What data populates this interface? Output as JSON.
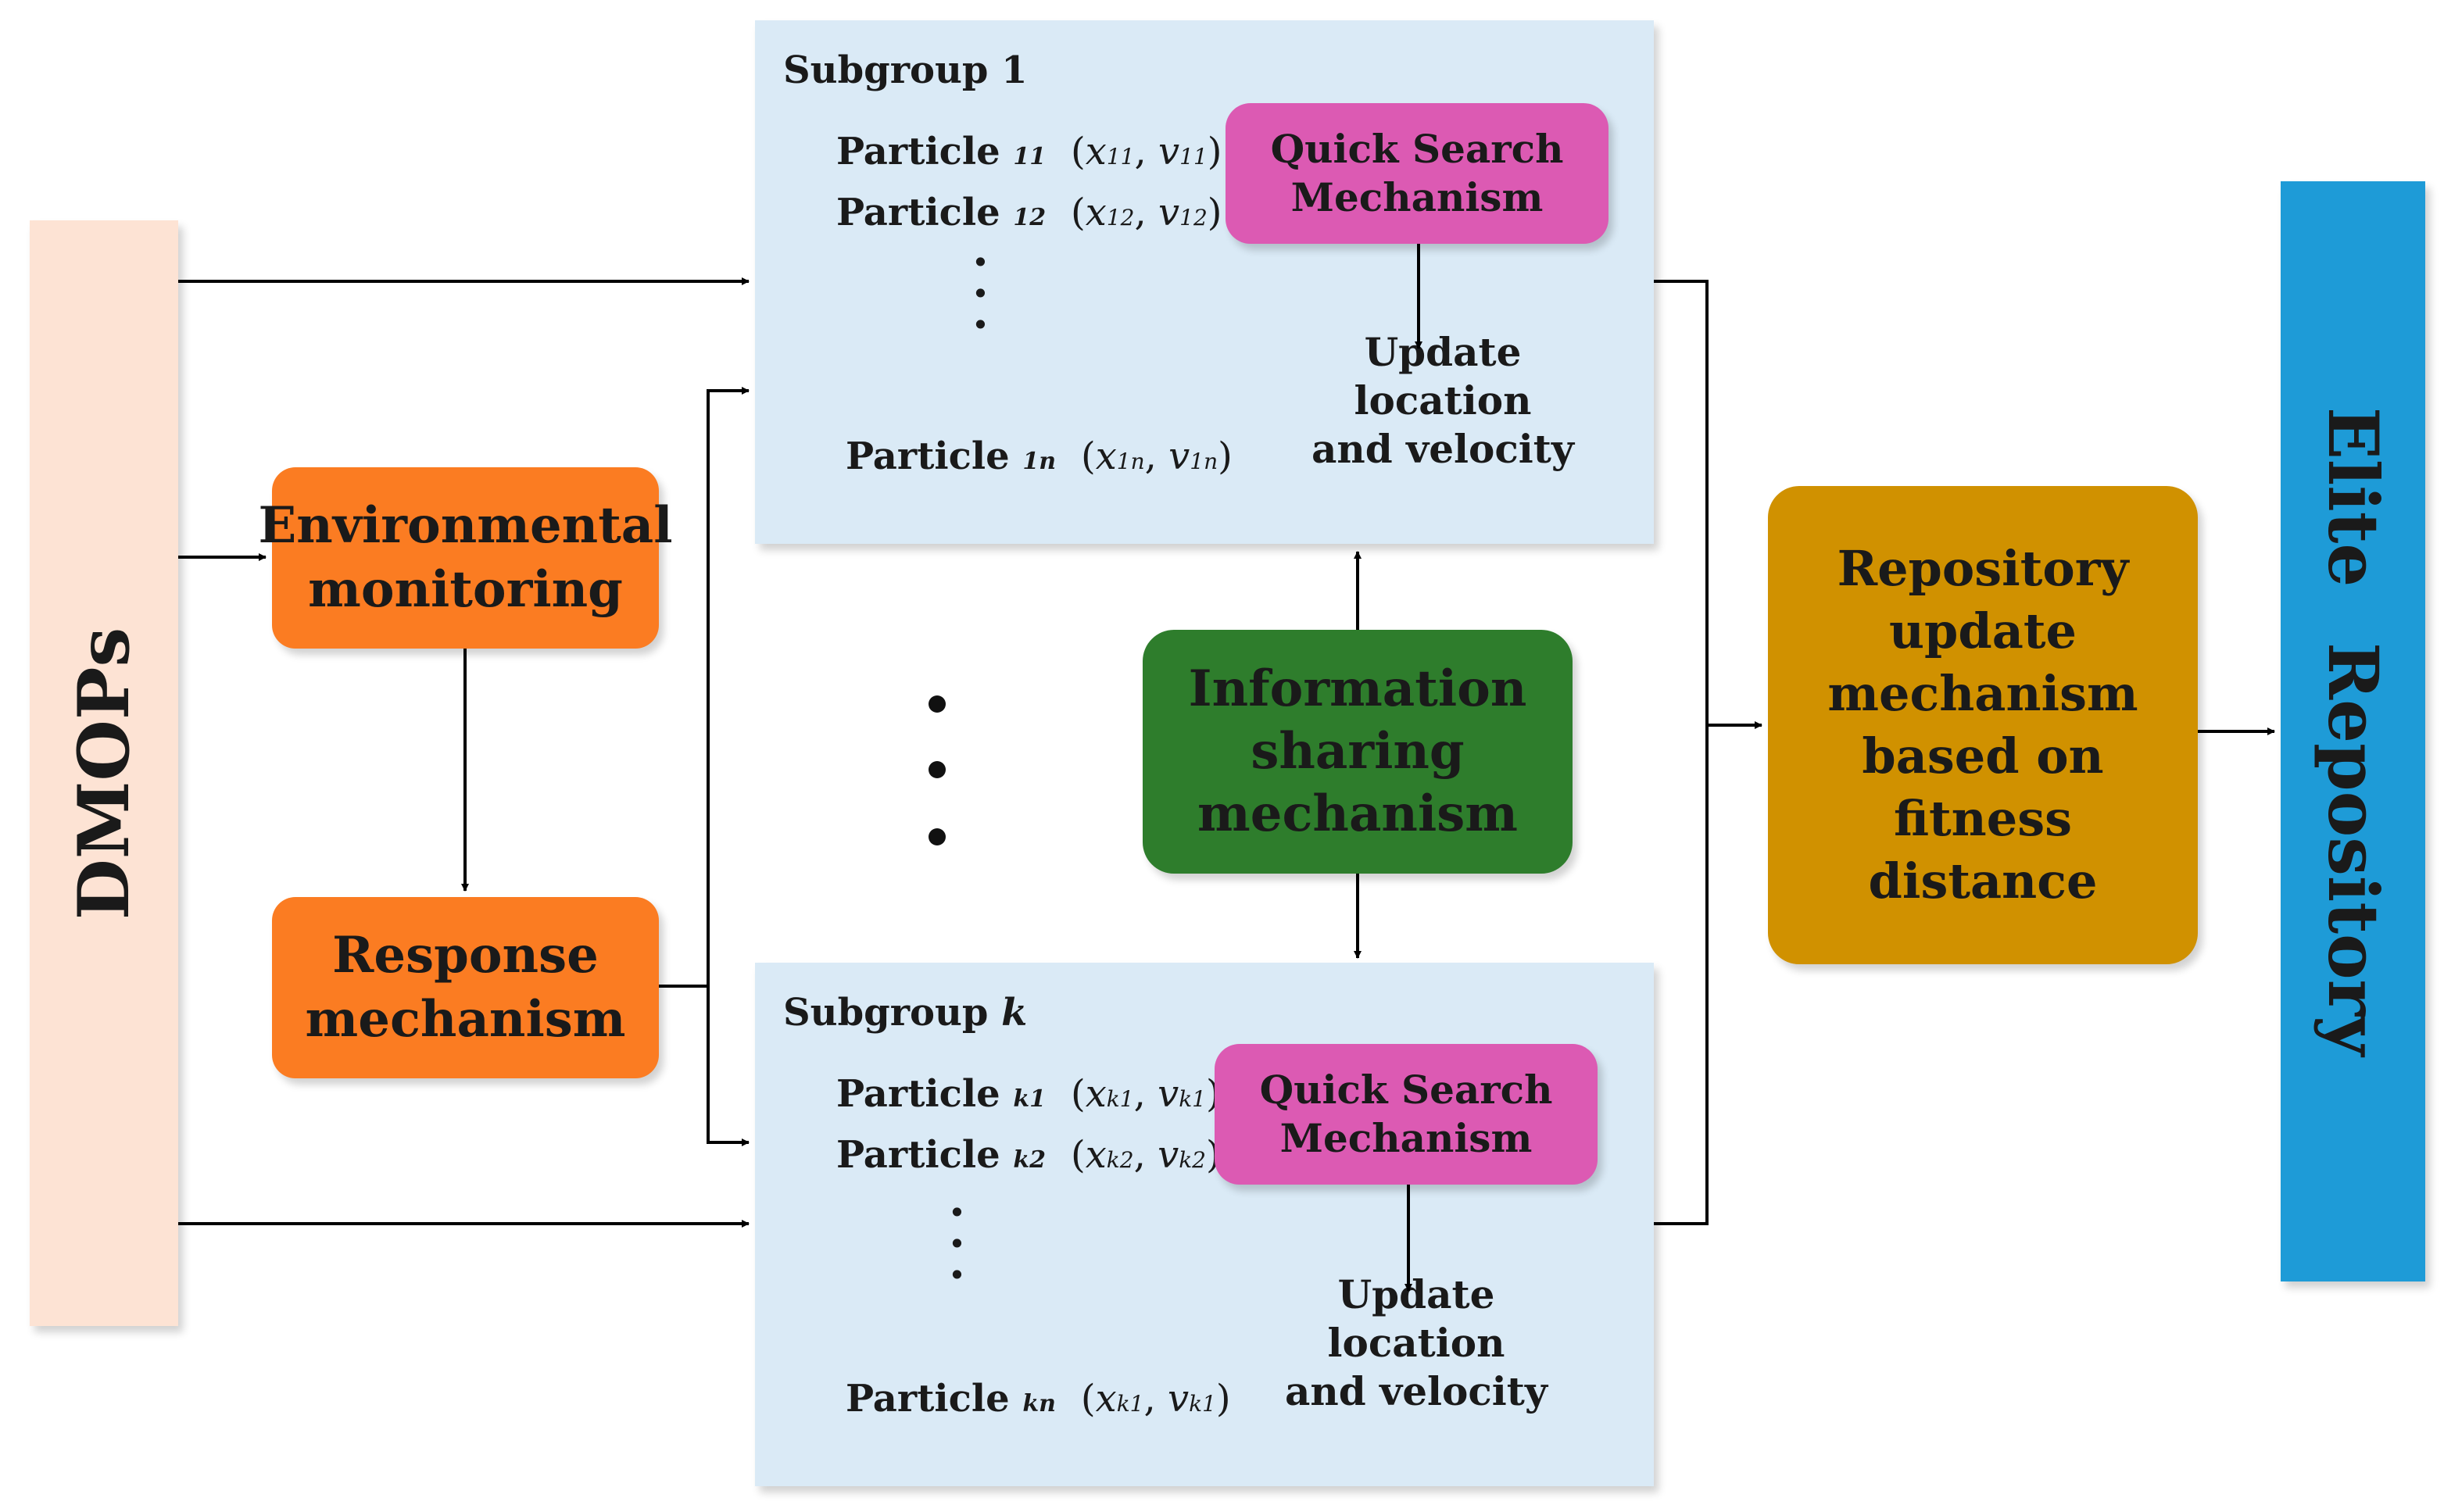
{
  "dmops": {
    "label": "DMOPs"
  },
  "environmental_monitoring": {
    "line1": "Environmental",
    "line2": "monitoring"
  },
  "response_mechanism": {
    "line1": "Response",
    "line2": "mechanism"
  },
  "information_sharing": {
    "line1": "Information",
    "line2": "sharing",
    "line3": "mechanism"
  },
  "repository_update": {
    "line1": "Repository",
    "line2": "update",
    "line3": "mechanism",
    "line4": "based on fitness",
    "line5": "distance"
  },
  "elite_repository": {
    "label": "Elite Repository"
  },
  "subgroup_1": {
    "title_prefix": "Subgroup ",
    "title_var": "1",
    "particles": [
      {
        "word": "Particle",
        "index": "11",
        "x": "x",
        "xs": "11",
        "v": "v",
        "vs": "11"
      },
      {
        "word": "Particle",
        "index": "12",
        "x": "x",
        "xs": "12",
        "v": "v",
        "vs": "12"
      },
      {
        "word": "Particle",
        "index": "1n",
        "x": "x",
        "xs": "1n",
        "v": "v",
        "vs": "1n"
      }
    ],
    "quick_search": {
      "line1": "Quick Search",
      "line2": "Mechanism"
    },
    "update": {
      "line1": "Update location",
      "line2": "and velocity"
    }
  },
  "subgroup_k": {
    "title_prefix": "Subgroup ",
    "title_var": "k",
    "particles": [
      {
        "word": "Particle",
        "index": "k1",
        "x": "x",
        "xs": "k1",
        "v": "v",
        "vs": "k1"
      },
      {
        "word": "Particle",
        "index": "k2",
        "x": "x",
        "xs": "k2",
        "v": "v",
        "vs": "k2"
      },
      {
        "word": "Particle",
        "index": "kn",
        "x": "x",
        "xs": "k1",
        "v": "v",
        "vs": "k1"
      }
    ],
    "quick_search": {
      "line1": "Quick Search",
      "line2": "Mechanism"
    },
    "update": {
      "line1": "Update location",
      "line2": "and velocity"
    }
  }
}
